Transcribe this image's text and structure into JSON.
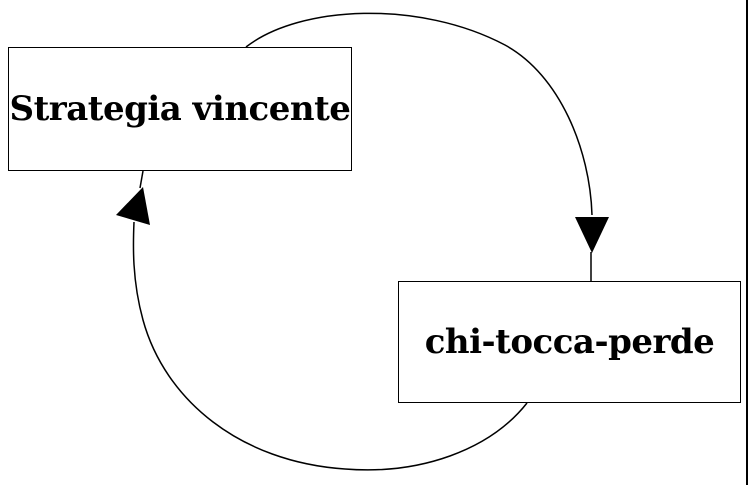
{
  "diagram": {
    "nodes": [
      {
        "id": "strategy",
        "label": "Strategia vincente"
      },
      {
        "id": "chi",
        "label": "chi-tocca-perde"
      }
    ],
    "edges": [
      {
        "from": "strategy",
        "to": "chi"
      },
      {
        "from": "chi",
        "to": "strategy"
      }
    ],
    "colors": {
      "stroke": "#000000",
      "background": "#ffffff"
    }
  }
}
